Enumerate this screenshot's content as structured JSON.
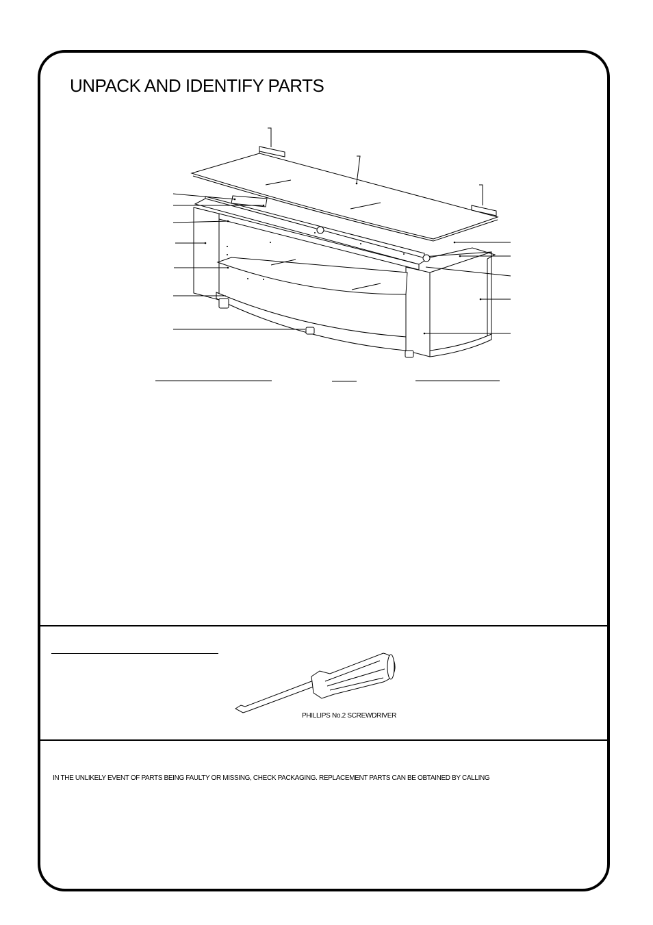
{
  "header": {
    "title": "UNPACK AND IDENTIFY PARTS"
  },
  "tools": {
    "screwdriver_label": "PHILLIPS No.2 SCREWDRIVER"
  },
  "footer": {
    "notice": "IN THE UNLIKELY EVENT OF PARTS BEING FAULTY OR MISSING, CHECK PACKAGING. REPLACEMENT PARTS CAN BE OBTAINED BY CALLING"
  }
}
